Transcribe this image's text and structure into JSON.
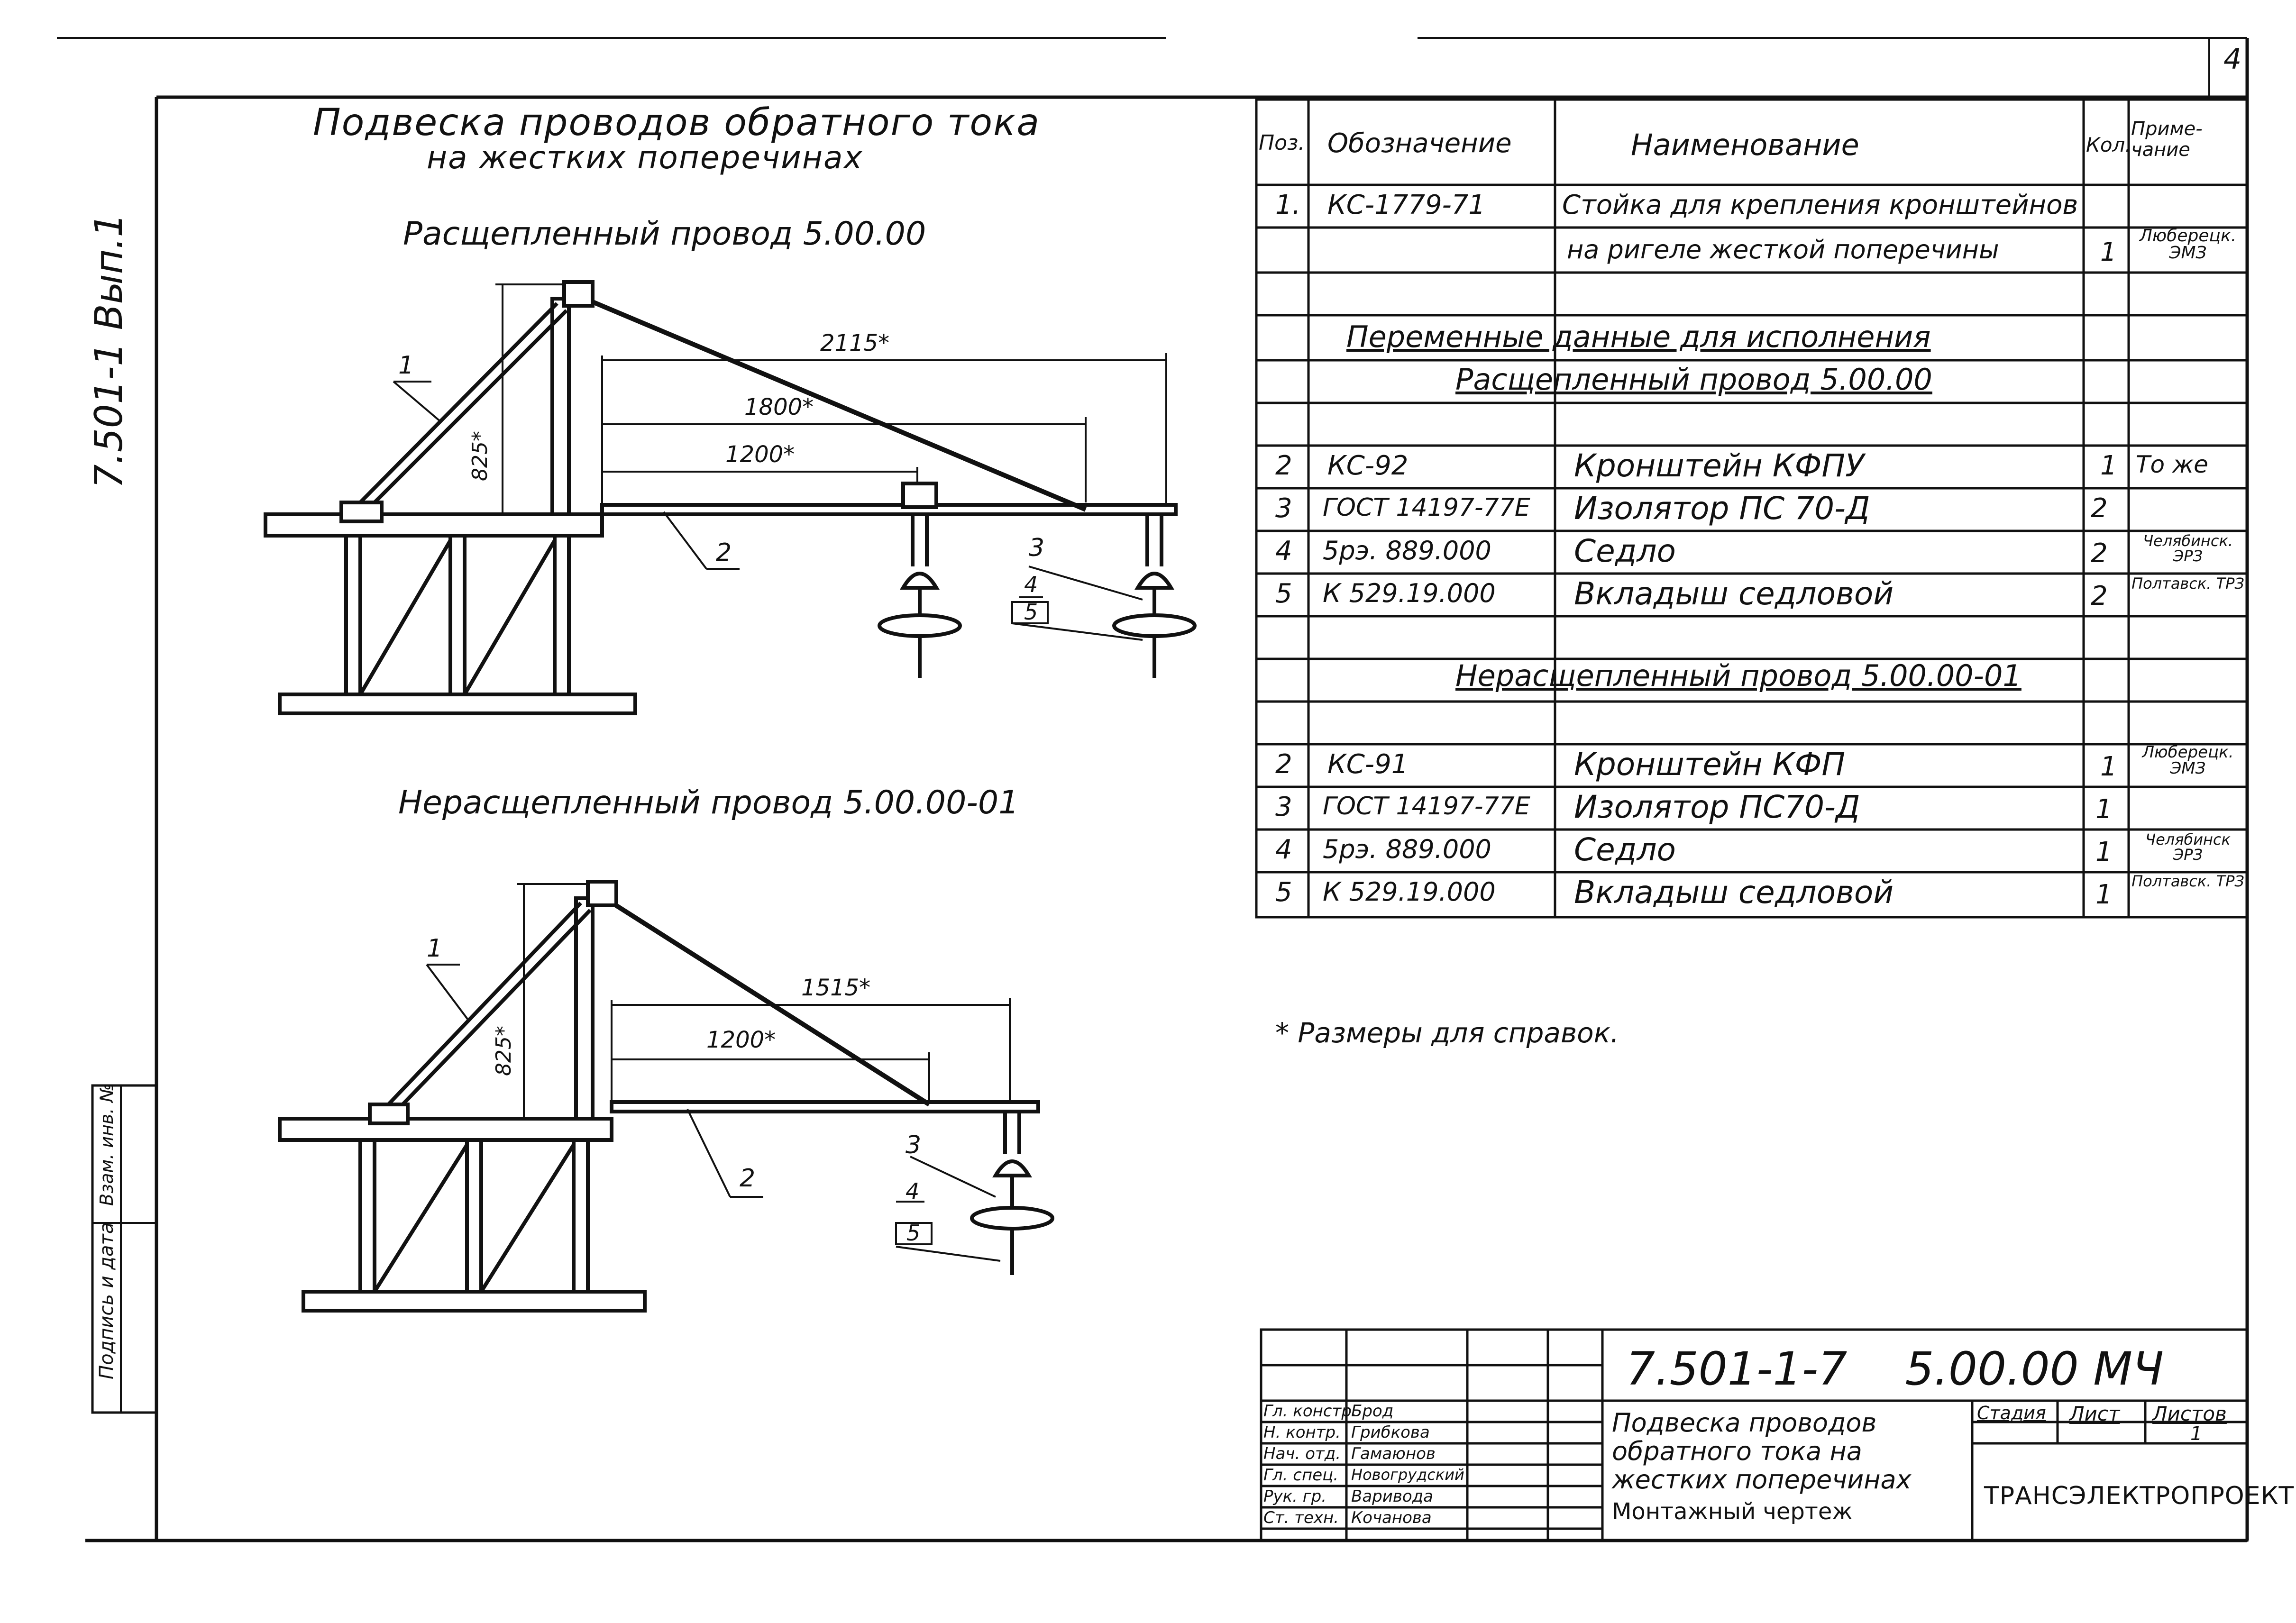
{
  "sheet": {
    "corner_number": "4",
    "side_label": "7.501-1 Вып.1",
    "side_stamp_1": "Подпись и дата",
    "side_stamp_2": "Взам. инв. №",
    "title_line1": "Подвеска проводов обратного тока",
    "title_line2": "на жестких поперечинах"
  },
  "views": [
    {
      "title": "Расщепленный провод 5.00.00",
      "dims": [
        "2115*",
        "1800*",
        "1200*",
        "825*"
      ],
      "callouts": [
        "1",
        "2",
        "3",
        "4",
        "5"
      ]
    },
    {
      "title": "Нерасщепленный провод 5.00.00-01",
      "dims": [
        "1515*",
        "1200*",
        "825*"
      ],
      "callouts": [
        "1",
        "2",
        "3",
        "4",
        "5"
      ]
    }
  ],
  "spec_table": {
    "headers": [
      "Поз.",
      "Обозначение",
      "Наименование",
      "Кол.",
      "Приме-чание"
    ],
    "row1": {
      "pos": "1.",
      "code": "КС-1779-71",
      "name1": "Стойка для крепления кронштейнов",
      "name2": "на ригеле жесткой поперечины",
      "qty": "1",
      "note": "Люберецк. ЭМЗ"
    },
    "section_title": "Переменные данные для исполнения",
    "group1_title": "Расщепленный провод 5.00.00",
    "group1_rows": [
      {
        "pos": "2",
        "code": "КС-92",
        "name": "Кронштейн КФПУ",
        "qty": "1",
        "note": "То же"
      },
      {
        "pos": "3",
        "code": "ГОСТ 14197-77Е",
        "name": "Изолятор ПС 70-Д",
        "qty": "2",
        "note": ""
      },
      {
        "pos": "4",
        "code": "5рэ. 889.000",
        "name": "Седло",
        "qty": "2",
        "note": "Челябинск. ЭРЗ"
      },
      {
        "pos": "5",
        "code": "К 529.19.000",
        "name": "Вкладыш седловой",
        "qty": "2",
        "note": "Полтавск. ТРЗ"
      }
    ],
    "group2_title": "Нерасщепленный провод 5.00.00-01",
    "group2_rows": [
      {
        "pos": "2",
        "code": "КС-91",
        "name": "Кронштейн КФП",
        "qty": "1",
        "note": "Люберецк. ЭМЗ"
      },
      {
        "pos": "3",
        "code": "ГОСТ 14197-77Е",
        "name": "Изолятор ПС70-Д",
        "qty": "1",
        "note": ""
      },
      {
        "pos": "4",
        "code": "5рэ. 889.000",
        "name": "Седло",
        "qty": "1",
        "note": "Челябинск ЭРЗ"
      },
      {
        "pos": "5",
        "code": "К 529.19.000",
        "name": "Вкладыш седловой",
        "qty": "1",
        "note": "Полтавск. ТРЗ"
      }
    ]
  },
  "footnote": "* Размеры для справок.",
  "title_block": {
    "doc_code": "7.501-1-7    5.00.00 МЧ",
    "title": [
      "Подвеска проводов",
      "обратного тока на",
      "жестких поперечинах"
    ],
    "doc_type": "Монтажный чертеж",
    "stage_label": "Стадия",
    "sheet_label": "Лист",
    "sheets_label": "Листов",
    "sheets_value": "1",
    "company": "ТРАНСЭЛЕКТРОПРОЕКТ",
    "signatures": [
      {
        "role": "Гл. констр.",
        "name": "Брод"
      },
      {
        "role": "Н. контр.",
        "name": "Грибкова"
      },
      {
        "role": "Нач. отд.",
        "name": "Гамаюнов"
      },
      {
        "role": "Гл. спец.",
        "name": "Новогрудский"
      },
      {
        "role": "Рук. гр.",
        "name": "Варивода"
      },
      {
        "role": "Ст. техн.",
        "name": "Кочанова"
      }
    ]
  }
}
